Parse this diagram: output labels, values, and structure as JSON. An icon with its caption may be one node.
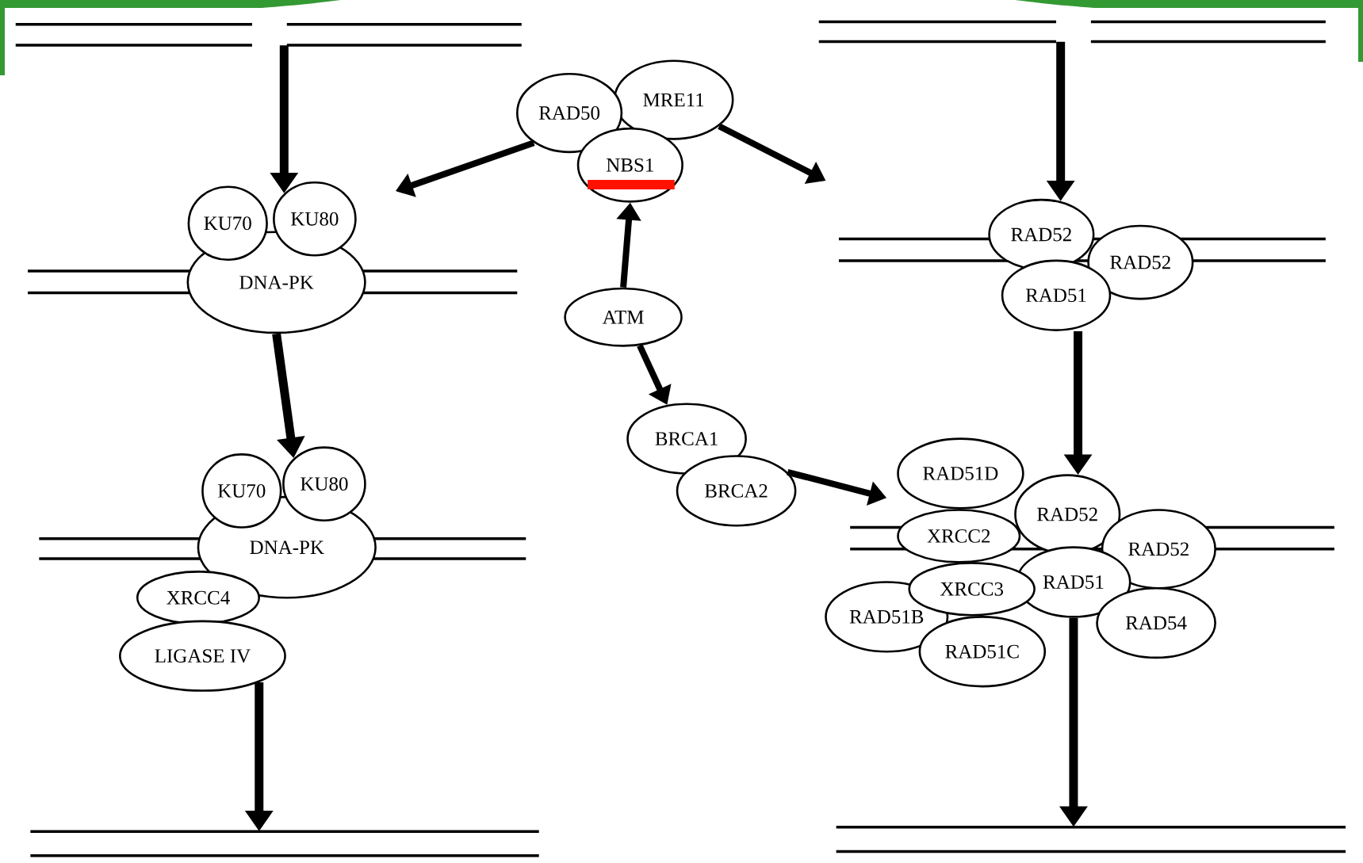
{
  "diagram": {
    "nodes": [
      {
        "text": [],
        "shape": "bar"
      },
      {
        "text": [
          "RAD50"
        ]
      },
      {
        "text": [
          "MRE11"
        ]
      },
      {
        "text": [
          "NBS1"
        ]
      },
      {
        "text": [],
        "shape": "bar"
      },
      {
        "text": [
          "KU70"
        ]
      },
      {
        "text": [
          "KU80"
        ]
      },
      {
        "text": [
          "DNA-PK"
        ]
      },
      {
        "text": [
          "RAD52"
        ]
      },
      {
        "text": [
          "RAD52"
        ]
      },
      {
        "text": [
          "RAD51"
        ]
      },
      {
        "text": [
          "ATM"
        ]
      },
      {
        "text": [
          "BRCA1"
        ]
      },
      {
        "text": [
          "BRCA2"
        ]
      },
      {
        "text": [
          "KU70"
        ]
      },
      {
        "text": [
          "KU80"
        ]
      },
      {
        "text": [
          "DNA-PK"
        ]
      },
      {
        "text": [
          "XRCC4"
        ]
      },
      {
        "text": [
          "LIGASE IV"
        ]
      },
      {
        "text": [
          "RAD51D"
        ]
      },
      {
        "text": [
          "RAD52"
        ]
      },
      {
        "text": [
          "XRCC2"
        ]
      },
      {
        "text": [
          "RAD52"
        ]
      },
      {
        "text": [
          "XRCC3"
        ]
      },
      {
        "text": [
          "RAD51"
        ]
      },
      {
        "text": [
          "RAD51B"
        ]
      },
      {
        "text": [
          "RAD54"
        ]
      },
      {
        "text": [
          "RAD51C"
        ]
      },
      {
        "text": [],
        "shape": "bar"
      },
      {
        "text": [],
        "shape": "bar"
      }
    ],
    "edges": [
      {
        "from": 0,
        "to": 6,
        "arrow": "to"
      },
      {
        "from": 1,
        "to": null,
        "arrow": "to"
      },
      {
        "from": 2,
        "to": null,
        "arrow": "to"
      },
      {
        "from": 11,
        "to": 3,
        "arrow": "to"
      },
      {
        "from": 11,
        "to": 12,
        "arrow": "to"
      },
      {
        "from": 13,
        "to": null,
        "arrow": "to"
      },
      {
        "from": 7,
        "to": 15,
        "arrow": "to"
      },
      {
        "from": 18,
        "to": 28,
        "arrow": "to"
      },
      {
        "from": 4,
        "to": 8,
        "arrow": "to"
      },
      {
        "from": 10,
        "to": 20,
        "arrow": "to"
      },
      {
        "from": 24,
        "to": 29,
        "arrow": "to"
      }
    ]
  }
}
